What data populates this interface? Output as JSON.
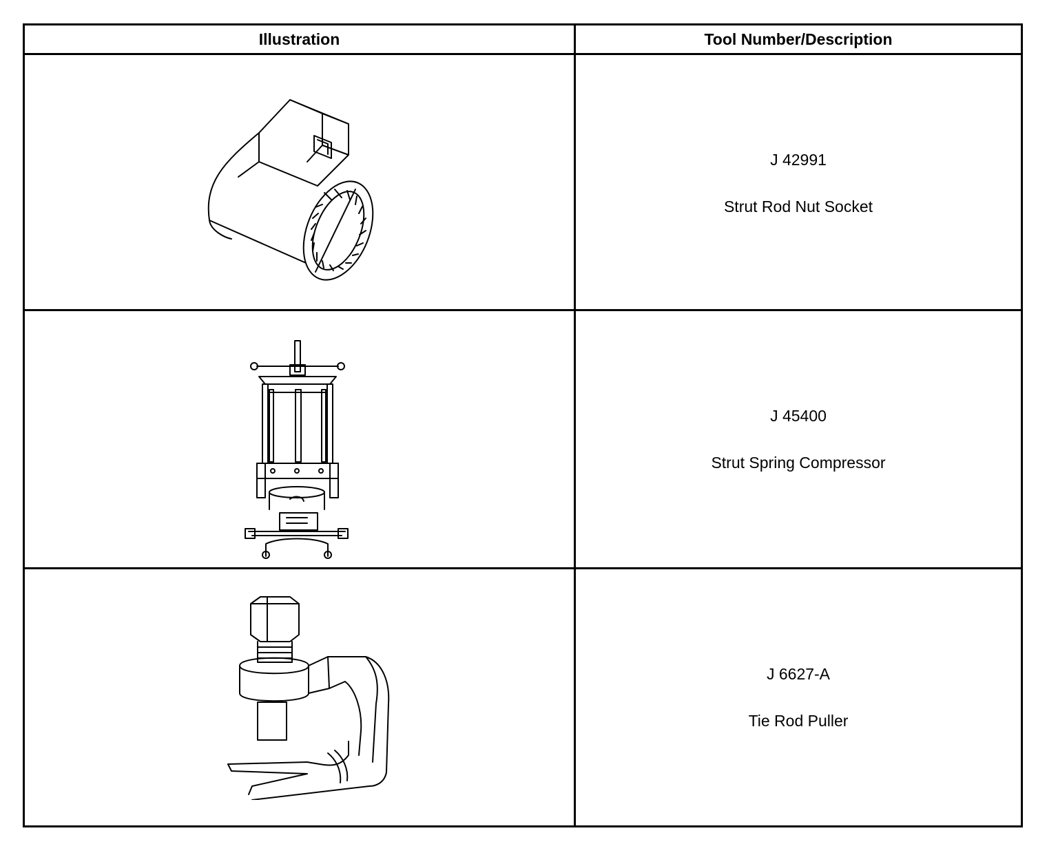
{
  "table": {
    "headers": {
      "illustration": "Illustration",
      "tool": "Tool Number/Description"
    },
    "rows": [
      {
        "icon": "strut-rod-nut-socket-icon",
        "number": "J 42991",
        "description": "Strut Rod Nut Socket"
      },
      {
        "icon": "strut-spring-compressor-icon",
        "number": "J 45400",
        "description": "Strut Spring Compressor"
      },
      {
        "icon": "tie-rod-puller-icon",
        "number": "J 6627-A",
        "description": "Tie Rod Puller"
      }
    ]
  }
}
